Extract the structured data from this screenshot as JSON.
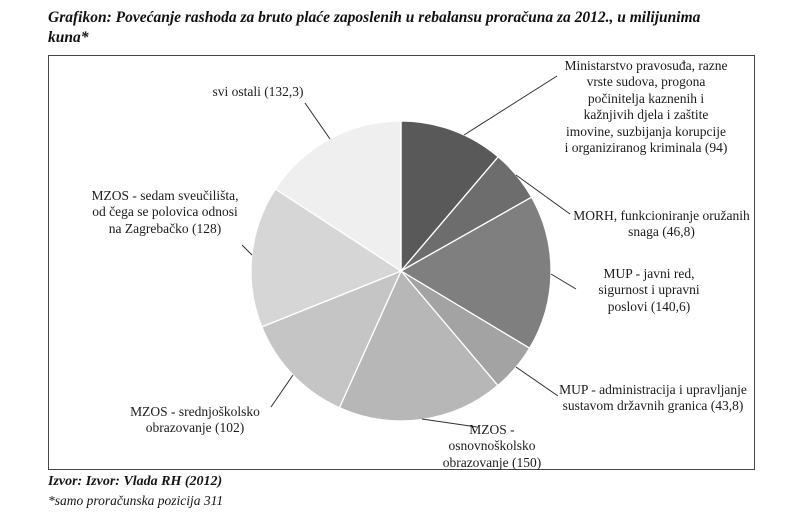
{
  "title": "Grafikon: Povećanje rashoda za bruto plaće zaposlenih u rebalansu proračuna za 2012., u milijunima kuna*",
  "source": "Izvor: Izvor: Vlada RH (2012)",
  "footnote": "*samo proračunska pozicija 311",
  "chart_data": {
    "type": "pie",
    "title": "Povećanje rashoda za bruto plaće zaposlenih u rebalansu proračuna za 2012., u milijunima kuna",
    "units": "milijuni kuna",
    "start_angle_deg": 0,
    "direction": "clockwise",
    "legend_position": "callout-labels",
    "slices": [
      {
        "label": "Ministarstvo pravosuđa, razne vrste sudova, progona počinitelja kaznenih i kažnjivih djela i zaštite imovine, suzbijanja korupcije i organiziranog kriminala (94)",
        "value": 94,
        "color": "#595959"
      },
      {
        "label": "MORH, funkcioniranje oružanih snaga (46,8)",
        "value": 46.8,
        "color": "#6d6d6d"
      },
      {
        "label": "MUP - javni red, sigurnost i upravni poslovi (140,6)",
        "value": 140.6,
        "color": "#7f7f7f"
      },
      {
        "label": "MUP - administracija i upravljanje sustavom državnih granica (43,8)",
        "value": 43.8,
        "color": "#a3a3a3"
      },
      {
        "label": "MZOS - osnovnoškolsko obrazovanje (150)",
        "value": 150,
        "color": "#b7b7b7"
      },
      {
        "label": "MZOS - srednjoškolsko obrazovanje (102)",
        "value": 102,
        "color": "#c5c5c5"
      },
      {
        "label": "MZOS - sedam sveučilišta, od čega se polovica odnosi na Zagrebačko (128)",
        "value": 128,
        "color": "#d6d6d6"
      },
      {
        "label": "svi ostali (132,3)",
        "value": 132.3,
        "color": "#efefef"
      }
    ]
  }
}
